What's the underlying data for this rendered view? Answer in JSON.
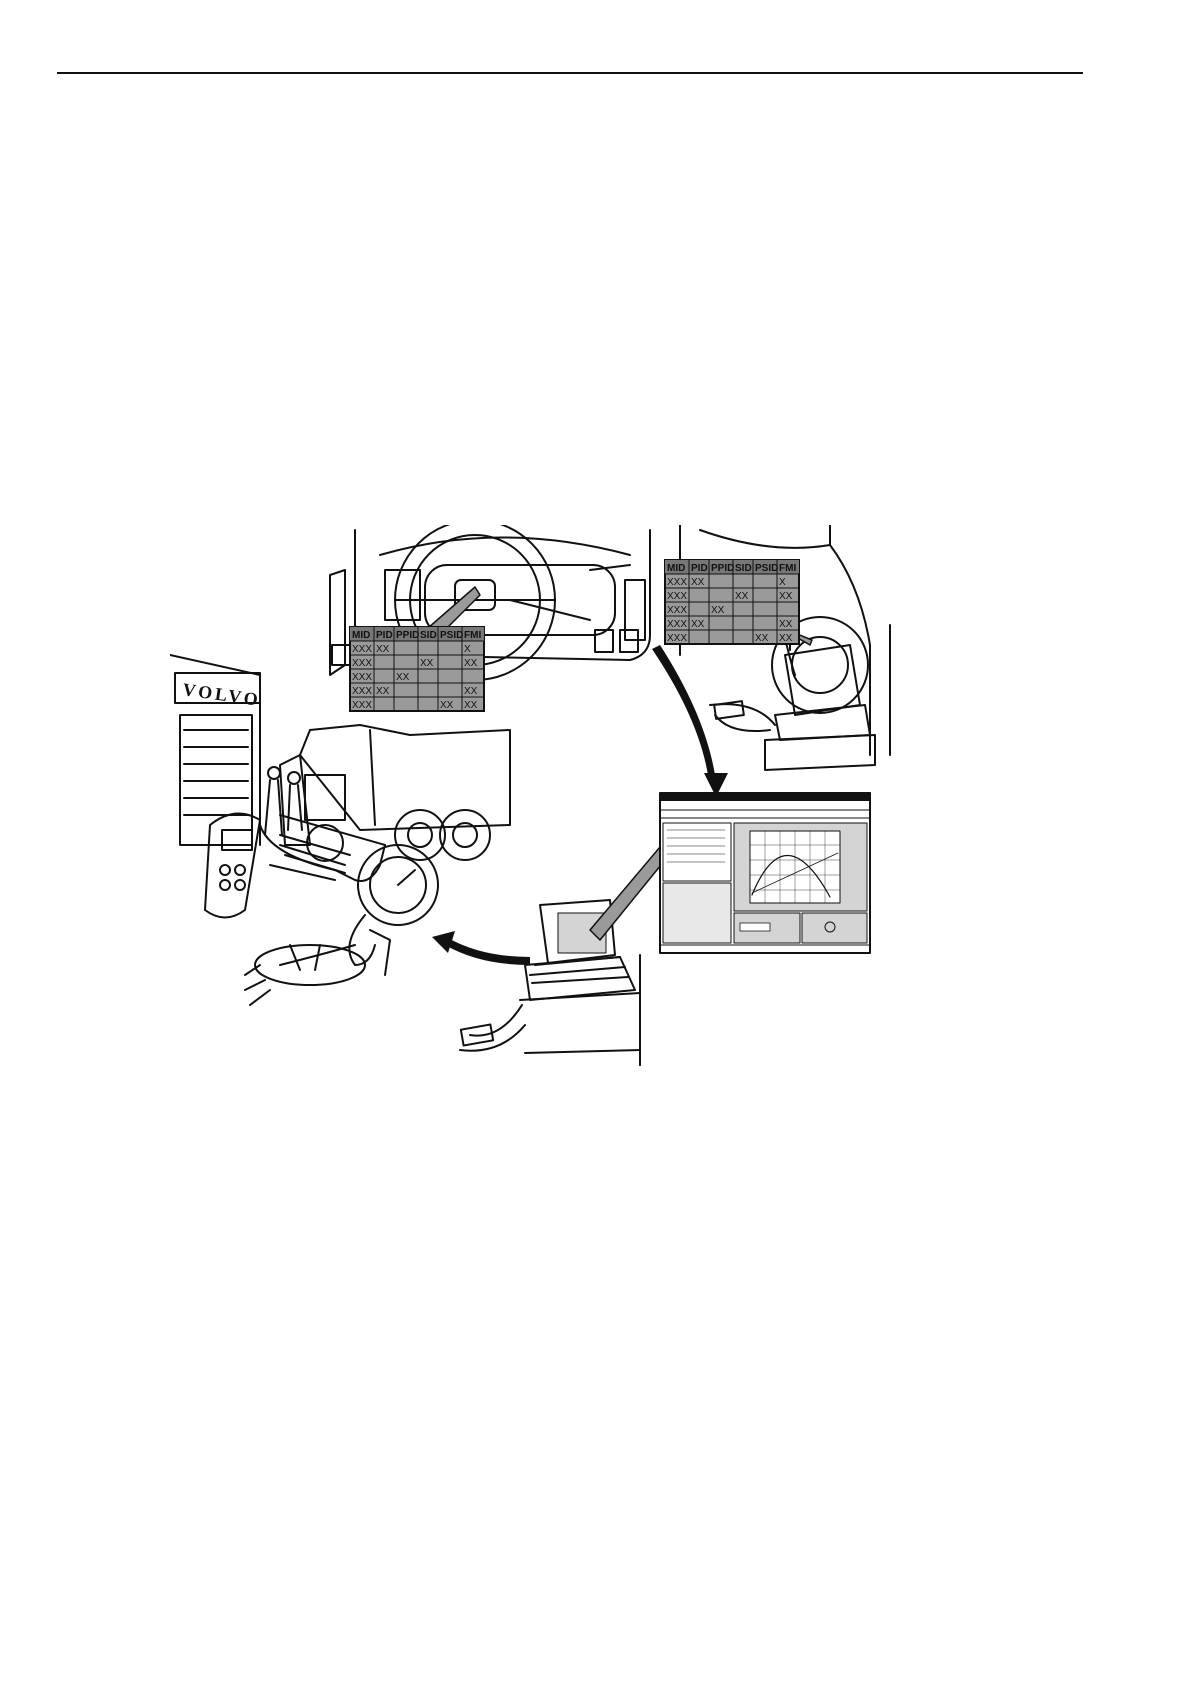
{
  "brand": {
    "sign": "VOLVO"
  },
  "fault_table": {
    "headers": [
      "MID",
      "PID",
      "PPID",
      "SID",
      "PSID",
      "FMI"
    ],
    "rows": [
      [
        "XXX",
        "XX",
        "",
        "",
        "",
        "X"
      ],
      [
        "XXX",
        "",
        "",
        "XX",
        "",
        "XX"
      ],
      [
        "XXX",
        "",
        "XX",
        "",
        "",
        ""
      ],
      [
        "XXX",
        "XX",
        "",
        "",
        "",
        "XX"
      ],
      [
        "XXX",
        "",
        "",
        "",
        "XX",
        "XX"
      ]
    ]
  },
  "colors": {
    "line": "#111111",
    "table_fill": "#9a9a9a",
    "screen_fill": "#d4d4d4"
  }
}
